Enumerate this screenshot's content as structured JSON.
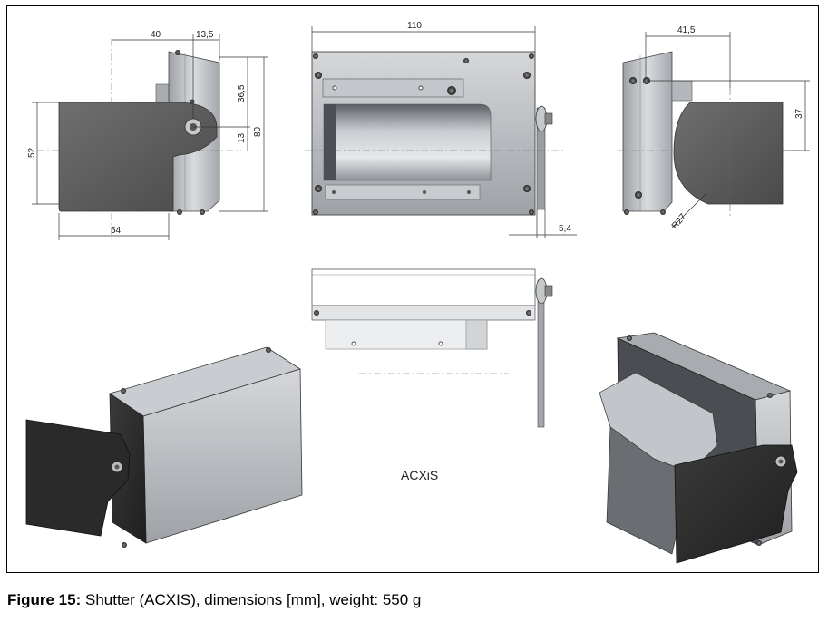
{
  "dimensions": {
    "left_view": {
      "d40": "40",
      "d13_5": "13,5",
      "d36_5": "36,5",
      "d13": "13",
      "d80": "80",
      "d52": "52",
      "d54": "54"
    },
    "front_view": {
      "d110": "110",
      "d5_4": "5,4"
    },
    "right_view": {
      "d41_5": "41,5",
      "d37": "37",
      "r27": "R27"
    }
  },
  "model_label": "ACXiS",
  "caption": {
    "label": "Figure 15:",
    "text": "Shutter (ACXIS), dimensions [mm], weight: 550 g"
  },
  "colors": {
    "body_grey": "#b9bcc0",
    "plate_dark": "#5a5a5a",
    "plate_black": "#2b2b2b",
    "frame": "#000000"
  }
}
